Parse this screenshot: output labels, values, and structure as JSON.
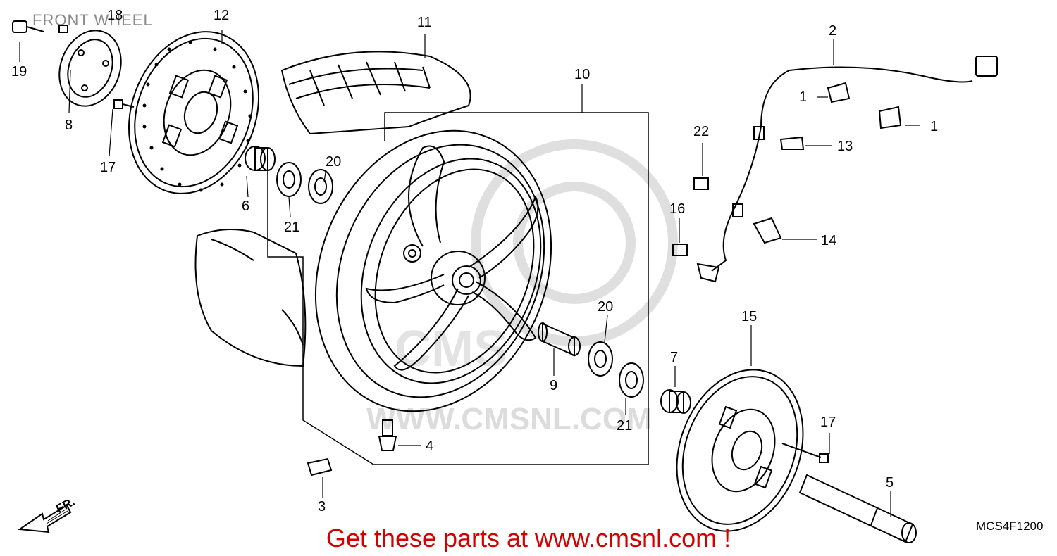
{
  "title": "FRONT WHEEL",
  "diagram_code": "MCS4F1200",
  "promo": "Get these parts at www.cmsnl.com !",
  "watermark": {
    "text": "WWW.CMSNL.COM",
    "badge": "CMS",
    "color": "#d8d8d8"
  },
  "direction_arrow": "FR.",
  "callouts": [
    {
      "id": "c18",
      "text": "18"
    },
    {
      "id": "c12",
      "text": "12"
    },
    {
      "id": "c19",
      "text": "19"
    },
    {
      "id": "c8",
      "text": "8"
    },
    {
      "id": "c17a",
      "text": "17"
    },
    {
      "id": "c11",
      "text": "11"
    },
    {
      "id": "c10",
      "text": "10"
    },
    {
      "id": "c2",
      "text": "2"
    },
    {
      "id": "c1a",
      "text": "1"
    },
    {
      "id": "c1b",
      "text": "1"
    },
    {
      "id": "c22",
      "text": "22"
    },
    {
      "id": "c13",
      "text": "13"
    },
    {
      "id": "c20a",
      "text": "20"
    },
    {
      "id": "c6",
      "text": "6"
    },
    {
      "id": "c21a",
      "text": "21"
    },
    {
      "id": "c16",
      "text": "16"
    },
    {
      "id": "c14",
      "text": "14"
    },
    {
      "id": "c20b",
      "text": "20"
    },
    {
      "id": "c15",
      "text": "15"
    },
    {
      "id": "c9",
      "text": "9"
    },
    {
      "id": "c7",
      "text": "7"
    },
    {
      "id": "c21b",
      "text": "21"
    },
    {
      "id": "c17b",
      "text": "17"
    },
    {
      "id": "c4",
      "text": "4"
    },
    {
      "id": "c5",
      "text": "5"
    },
    {
      "id": "c3",
      "text": "3"
    }
  ]
}
